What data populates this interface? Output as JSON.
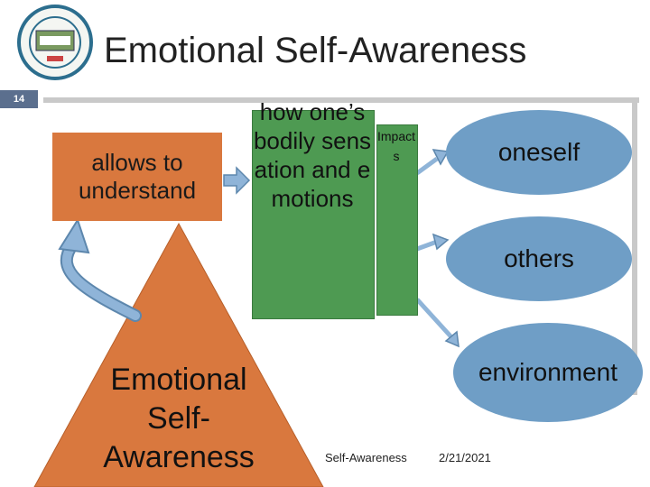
{
  "slide": {
    "title": "Emotional Self-Awareness",
    "number": "14"
  },
  "diagram": {
    "base": "Emotional Self-Awareness",
    "understand_box": "allows to understand",
    "how_box": "how one’s bodily sensation and emotions",
    "impacts_box": "Impacts",
    "targets": [
      "oneself",
      "others",
      "environment"
    ]
  },
  "footer": {
    "topic": "Self-Awareness",
    "date": "2/21/2021"
  },
  "colors": {
    "triangle": "#d9783e",
    "green_box": "#4e9a52",
    "ellipse": "#6f9ec6",
    "arrow": "#8fb4d8",
    "slide_number_bg": "#5b6f8e"
  },
  "icons": [
    "college-seal-logo"
  ]
}
